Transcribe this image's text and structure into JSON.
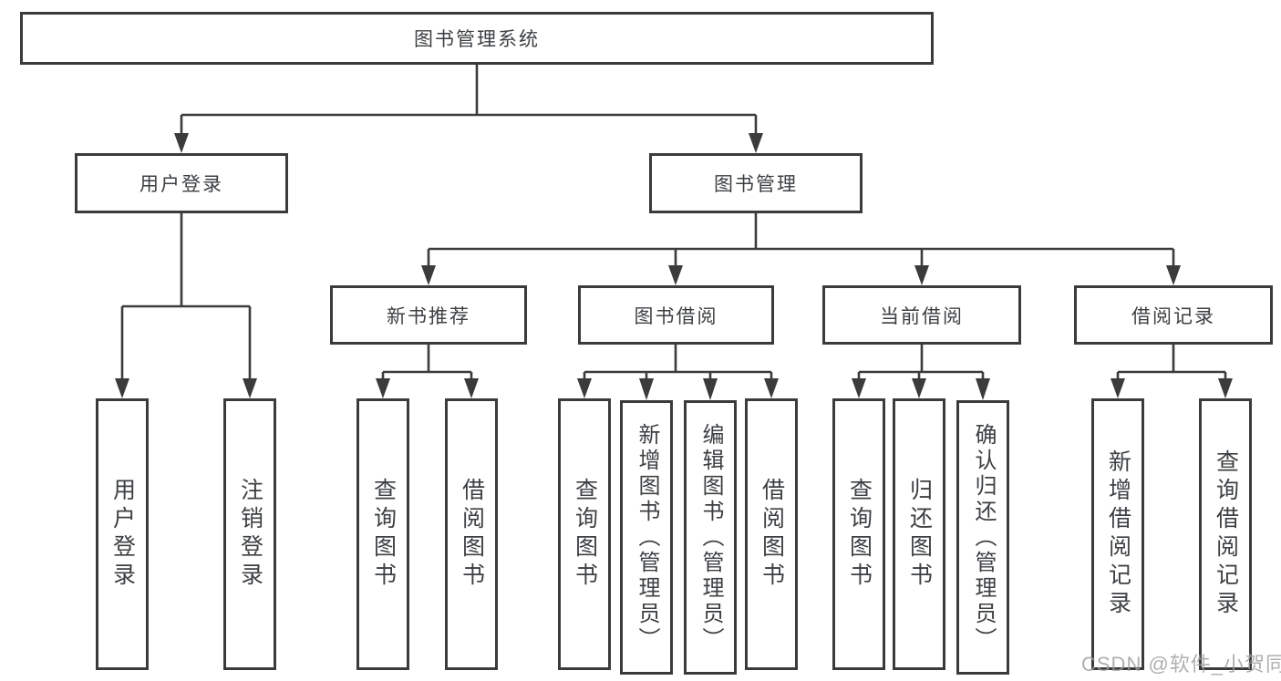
{
  "diagram_title": "图书管理系统",
  "nodes": {
    "root": {
      "label": "图书管理系统"
    },
    "user_login": {
      "label": "用户登录"
    },
    "book_management": {
      "label": "图书管理"
    },
    "new_book_recommend": {
      "label": "新书推荐"
    },
    "book_borrowing": {
      "label": "图书借阅"
    },
    "current_borrowing": {
      "label": "当前借阅"
    },
    "borrowing_records": {
      "label": "借阅记录"
    },
    "leaf_user_login": {
      "label": "用户登录"
    },
    "leaf_logout": {
      "label": "注销登录"
    },
    "leaf_recommend_query_books": {
      "label": "查询图书"
    },
    "leaf_recommend_borrow_books": {
      "label": "借阅图书"
    },
    "leaf_borrowing_query_books": {
      "label": "查询图书"
    },
    "leaf_borrowing_add_books": {
      "label": "新增图书（管理员）"
    },
    "leaf_borrowing_edit_books": {
      "label": "编辑图书（管理员）"
    },
    "leaf_borrowing_borrow_books": {
      "label": "借阅图书"
    },
    "leaf_current_query_books": {
      "label": "查询图书"
    },
    "leaf_current_return_books": {
      "label": "归还图书"
    },
    "leaf_current_confirm_return": {
      "label": "确认归还（管理员）"
    },
    "leaf_records_add_record": {
      "label": "新增借阅记录"
    },
    "leaf_records_query_record": {
      "label": "查询借阅记录"
    }
  },
  "watermark": "CSDN @软件_小贺同学",
  "colors": {
    "line": "#3b3b3b",
    "text": "#3d4043",
    "watermark": "#9e9ea0",
    "background": "#ffffff"
  }
}
